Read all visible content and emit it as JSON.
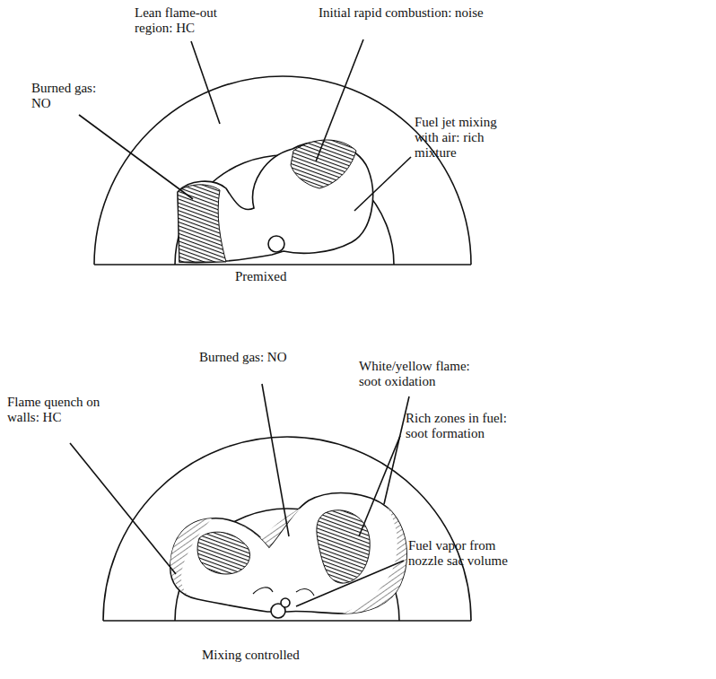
{
  "diagram": {
    "labels": [
      "Lean flame-out region: HC",
      "Initial rapid combustion: noise",
      "Burned gas: NO",
      "Fuel jet mixing with air: rich mixture",
      "Premixed",
      "Burned gas: NO",
      "White/yellow flame: soot oxidation",
      "Flame quench on walls: HC",
      "Rich zones in fuel: soot formation",
      "Fuel vapor from nozzle sac volume",
      "Mixing controlled"
    ]
  }
}
